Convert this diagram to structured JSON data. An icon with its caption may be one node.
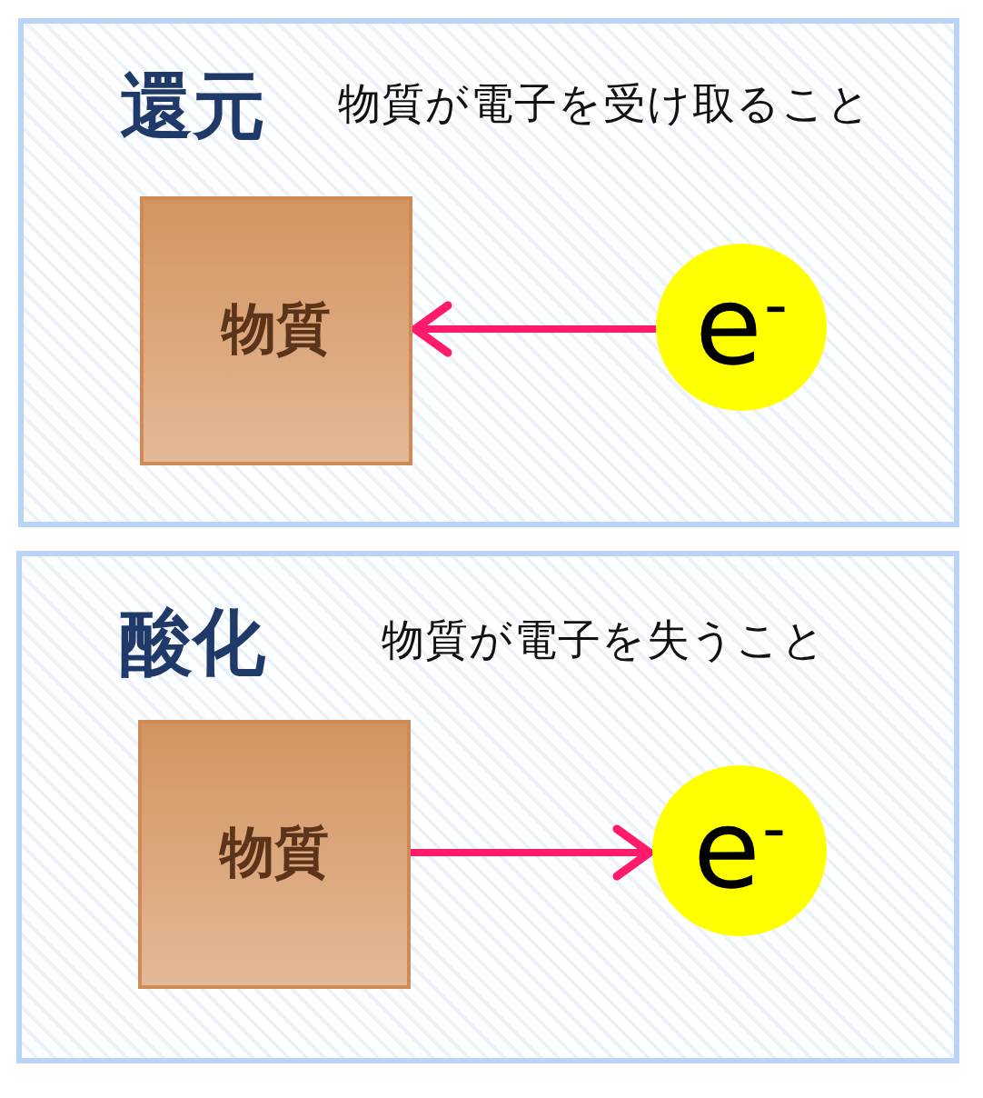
{
  "diagram": {
    "nodes": [
      {
        "text": [
          "還元",
          "物質が電子を受け取ること"
        ]
      },
      {
        "text": [
          "物質"
        ],
        "in": 0
      },
      {
        "text": [
          "e$^{-}$"
        ],
        "in": 0
      },
      {
        "text": [
          "酸化",
          "物質が電子を失うこと"
        ]
      },
      {
        "text": [
          "物質"
        ],
        "in": 3
      },
      {
        "text": [
          "e$^{-}$"
        ],
        "in": 3
      }
    ],
    "edges": [
      {
        "from": 2,
        "to": 1,
        "arrow": "to"
      },
      {
        "from": 4,
        "to": 5,
        "arrow": "to"
      }
    ]
  }
}
